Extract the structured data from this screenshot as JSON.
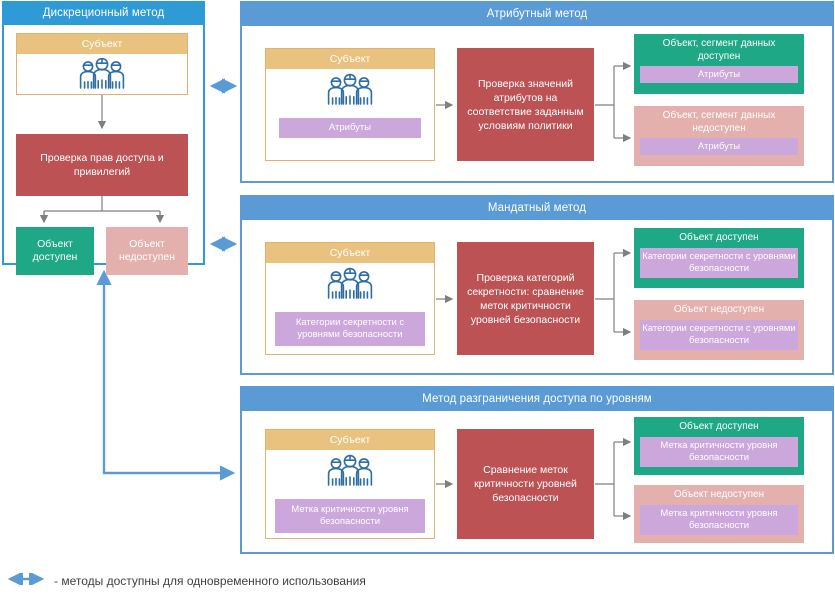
{
  "legend": {
    "text": "- методы доступны для одновременного использования",
    "arrow_color": "#5B9BD5",
    "icon": "double-arrow-icon"
  },
  "colors": {
    "panel_head_primary": "#2E9BD6",
    "panel_head": "#5B9BD5",
    "subject_head": "#E8C27E",
    "subject_border": "#E2B170",
    "process": "#BD5254",
    "granted": "#1FA886",
    "denied": "#E3B0AE",
    "badge": "#CBA7DB",
    "connector": "#5B9BD5",
    "inner_arrow": "#7F7F7F"
  },
  "panels": [
    {
      "id": "discretionary",
      "title": "Дискреционный метод",
      "subject": {
        "title": "Субъект",
        "icon": "group-people-icon",
        "badge": null
      },
      "process": "Проверка прав доступа и привилегий",
      "results": [
        {
          "state": "granted",
          "title": "Объект доступен",
          "badge": null
        },
        {
          "state": "denied",
          "title": "Объект недоступен",
          "badge": null
        }
      ]
    },
    {
      "id": "attribute",
      "title": "Атрибутный метод",
      "subject": {
        "title": "Субъект",
        "icon": "group-people-icon",
        "badge": "Атрибуты"
      },
      "process": "Проверка значений атрибутов на соответствие заданным условиям политики",
      "results": [
        {
          "state": "granted",
          "title": "Объект, сегмент данных доступен",
          "badge": "Атрибуты"
        },
        {
          "state": "denied",
          "title": "Объект, сегмент данных недоступен",
          "badge": "Атрибуты"
        }
      ]
    },
    {
      "id": "mandatory",
      "title": "Мандатный метод",
      "subject": {
        "title": "Субъект",
        "icon": "group-people-icon",
        "badge": "Категории секретности с уровнями безопасности"
      },
      "process": "Проверка категорий секретности: сравнение меток критичности уровней безопасности",
      "results": [
        {
          "state": "granted",
          "title": "Объект доступен",
          "badge": "Категории секретности с уровнями безопасности"
        },
        {
          "state": "denied",
          "title": "Объект недоступен",
          "badge": "Категории секретности с уровнями безопасности"
        }
      ]
    },
    {
      "id": "levels",
      "title": "Метод разграничения доступа по уровням",
      "subject": {
        "title": "Субъект",
        "icon": "group-people-icon",
        "badge": "Метка критичности уровня безопасности"
      },
      "process": "Сравнение меток критичности уровней безопасности",
      "results": [
        {
          "state": "granted",
          "title": "Объект доступен",
          "badge": "Метка критичности уровня безопасности"
        },
        {
          "state": "denied",
          "title": "Объект недоступен",
          "badge": "Метка критичности уровня безопасности"
        }
      ]
    }
  ],
  "connectors": [
    {
      "name": "discretionary-to-attribute",
      "type": "double-arrow-horizontal"
    },
    {
      "name": "discretionary-to-mandatory",
      "type": "double-arrow-horizontal"
    },
    {
      "name": "discretionary-to-levels",
      "type": "double-arrow-elbow"
    }
  ]
}
